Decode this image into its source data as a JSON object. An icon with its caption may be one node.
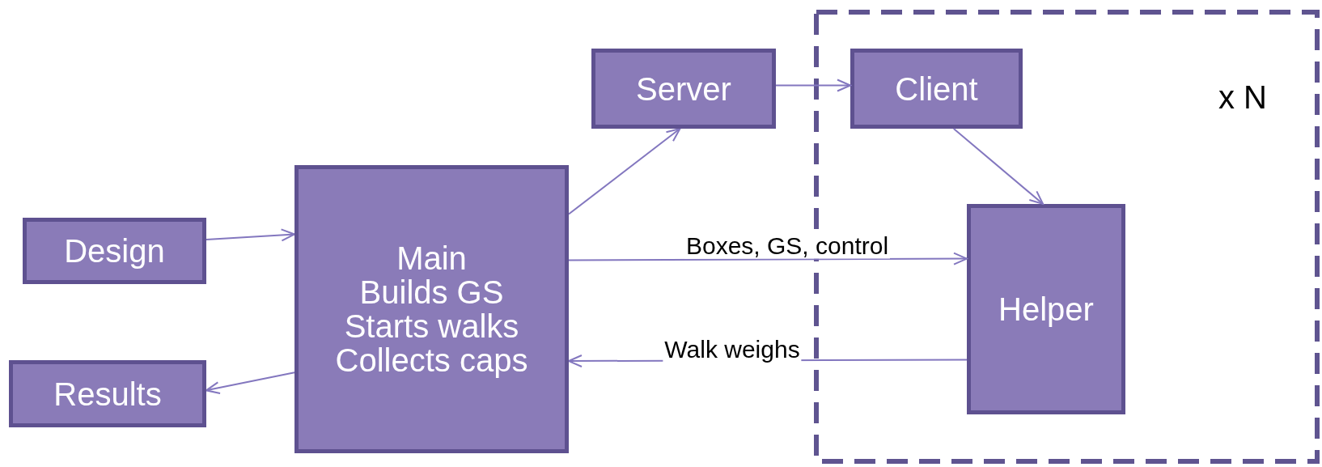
{
  "diagram": {
    "nodes": [
      {
        "text": [
          "Design"
        ]
      },
      {
        "text": [
          "Results"
        ]
      },
      {
        "text": [
          "Main",
          "Builds GS",
          "Starts walks",
          "Collects caps"
        ]
      },
      {
        "text": [
          "Server"
        ]
      },
      {
        "text": [
          "x N"
        ]
      },
      {
        "text": [
          "Client"
        ],
        "in": 4
      },
      {
        "text": [
          "Helper"
        ],
        "in": 4
      }
    ],
    "edges": [
      {
        "from": 0,
        "to": 2,
        "arrow": "to"
      },
      {
        "from": 2,
        "to": 1,
        "arrow": "to"
      },
      {
        "from": 2,
        "to": 3,
        "arrow": "to"
      },
      {
        "from": 3,
        "to": 5,
        "arrow": "to"
      },
      {
        "from": 5,
        "to": 6,
        "arrow": "to"
      },
      {
        "from": 2,
        "to": 6,
        "arrow": "to",
        "label": "Boxes, GS, control"
      },
      {
        "from": 6,
        "to": 2,
        "arrow": "to",
        "label": "Walk weighs"
      }
    ]
  }
}
